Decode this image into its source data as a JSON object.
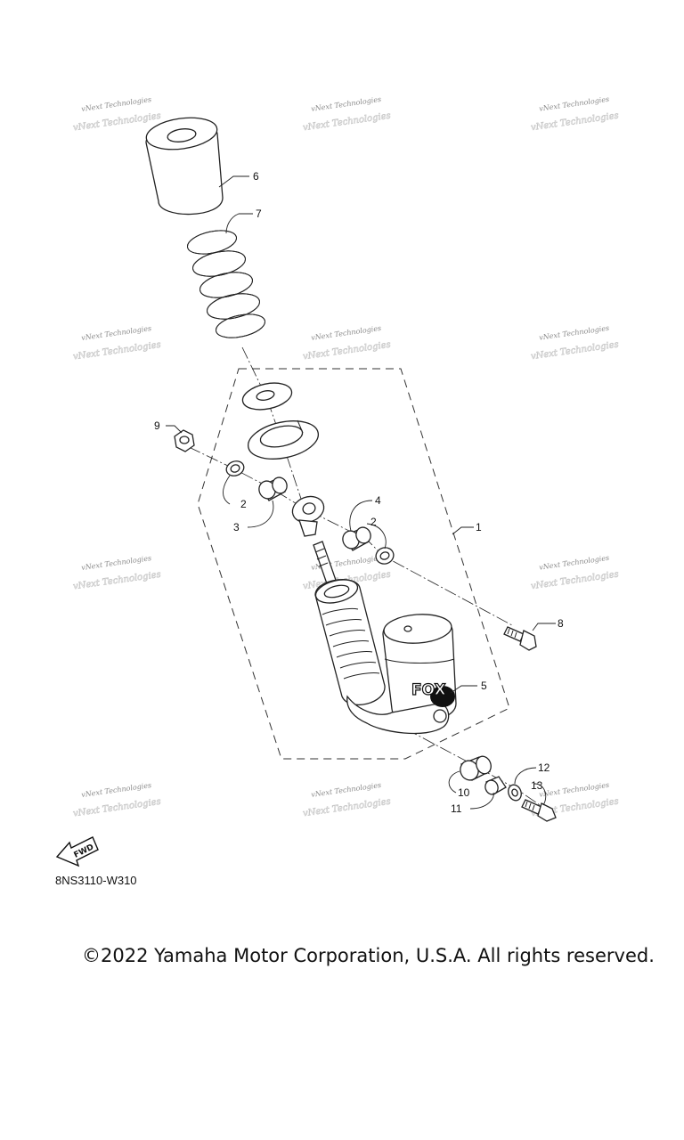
{
  "watermark": {
    "text": "vNext Technologies"
  },
  "callouts": {
    "c1": "1",
    "c2a": "2",
    "c2b": "2",
    "c3": "3",
    "c4": "4",
    "c5": "5",
    "c6": "6",
    "c7": "7",
    "c8": "8",
    "c9": "9",
    "c10": "10",
    "c11": "11",
    "c12": "12",
    "c13": "13"
  },
  "brand_mark": "FOX",
  "fwd_label": "FWD",
  "diagram_code": "8NS3110-W310",
  "copyright": "©2022 Yamaha Motor Corporation, U.S.A. All rights reserved."
}
